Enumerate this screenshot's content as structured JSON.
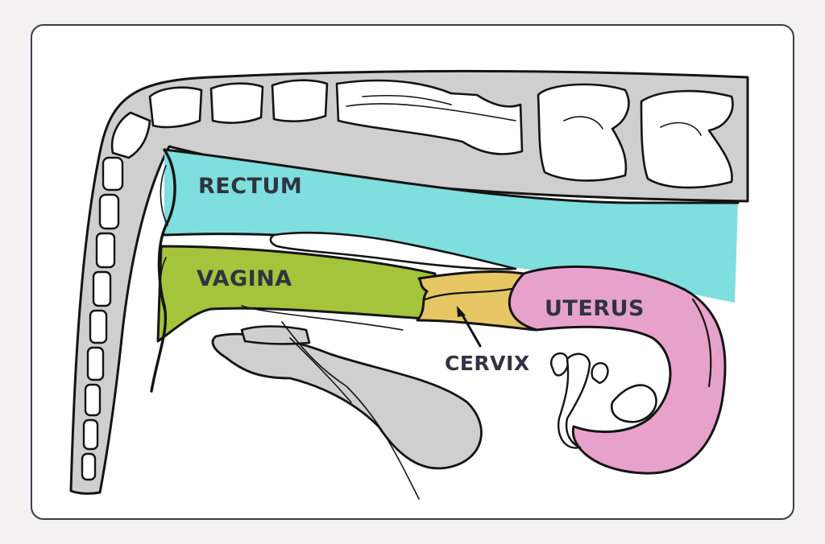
{
  "labels": {
    "rectum": "RECTUM",
    "vagina": "VAGINA",
    "uterus": "UTERUS",
    "cervix": "CERVIX"
  },
  "colors": {
    "rectum": "#7fdede",
    "vagina": "#a4c43c",
    "cervix": "#e6c764",
    "uterus": "#e7a2cc",
    "bone": "#cfcfcf",
    "vertebra": "#ffffff",
    "frame": "#3b3f4a",
    "background": "#f3f1f2"
  }
}
